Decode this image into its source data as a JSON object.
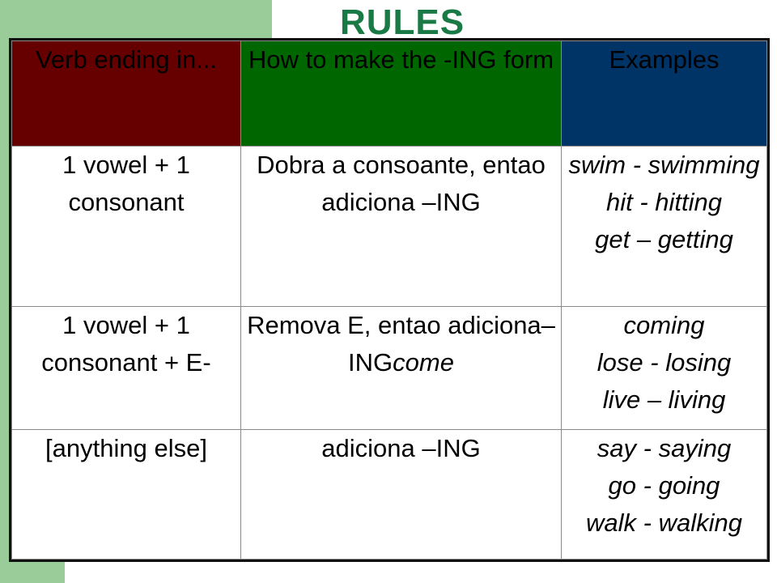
{
  "title": "RULES",
  "table": {
    "headers": [
      "Verb ending in...",
      "How to make the -ING form",
      "Examples"
    ],
    "rows": [
      {
        "ending": "1 vowel + 1 consonant",
        "how": "Dobra a consoante, entao adiciona –ING",
        "examples": [
          "swim - swimming",
          "hit - hitting",
          "get – getting"
        ]
      },
      {
        "ending": "1 vowel + 1 consonant + E-",
        "how_prefix": "Remova E, entao adiciona–ING",
        "how_italic": "come",
        "examples": [
          "coming",
          "lose - losing",
          "live – living"
        ]
      },
      {
        "ending": "[anything else]",
        "how": "adiciona –ING",
        "examples": [
          "say - saying",
          "go - going",
          "walk - walking"
        ]
      }
    ]
  },
  "colors": {
    "accent_green": "#99cc99",
    "title_green": "#1a7a45",
    "header_col1": "#660000",
    "header_col2": "#006600",
    "header_col3": "#003366"
  }
}
